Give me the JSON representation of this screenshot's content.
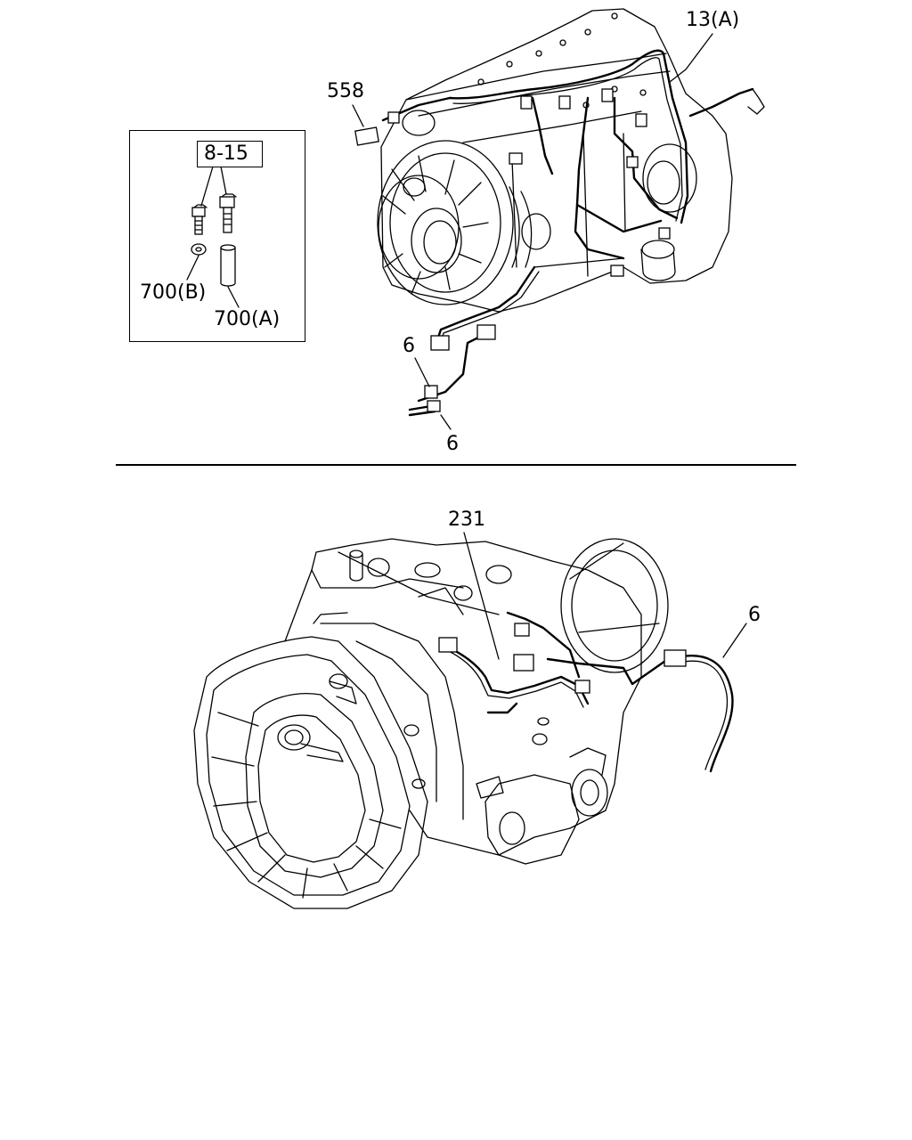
{
  "top_view": {
    "inset": {
      "ref_label": "8-15",
      "labels": [
        "700(B)",
        "700(A)"
      ]
    },
    "callouts": {
      "c558": "558",
      "c13a": "13(A)",
      "c6_upper": "6",
      "c6_lower": "6"
    }
  },
  "bottom_view": {
    "callouts": {
      "c231": "231",
      "c6": "6"
    }
  },
  "icons": [
    "engine-harness-drawing",
    "transmission-harness-drawing",
    "bolt-icon",
    "washer-icon",
    "sleeve-icon",
    "connector-icon"
  ]
}
